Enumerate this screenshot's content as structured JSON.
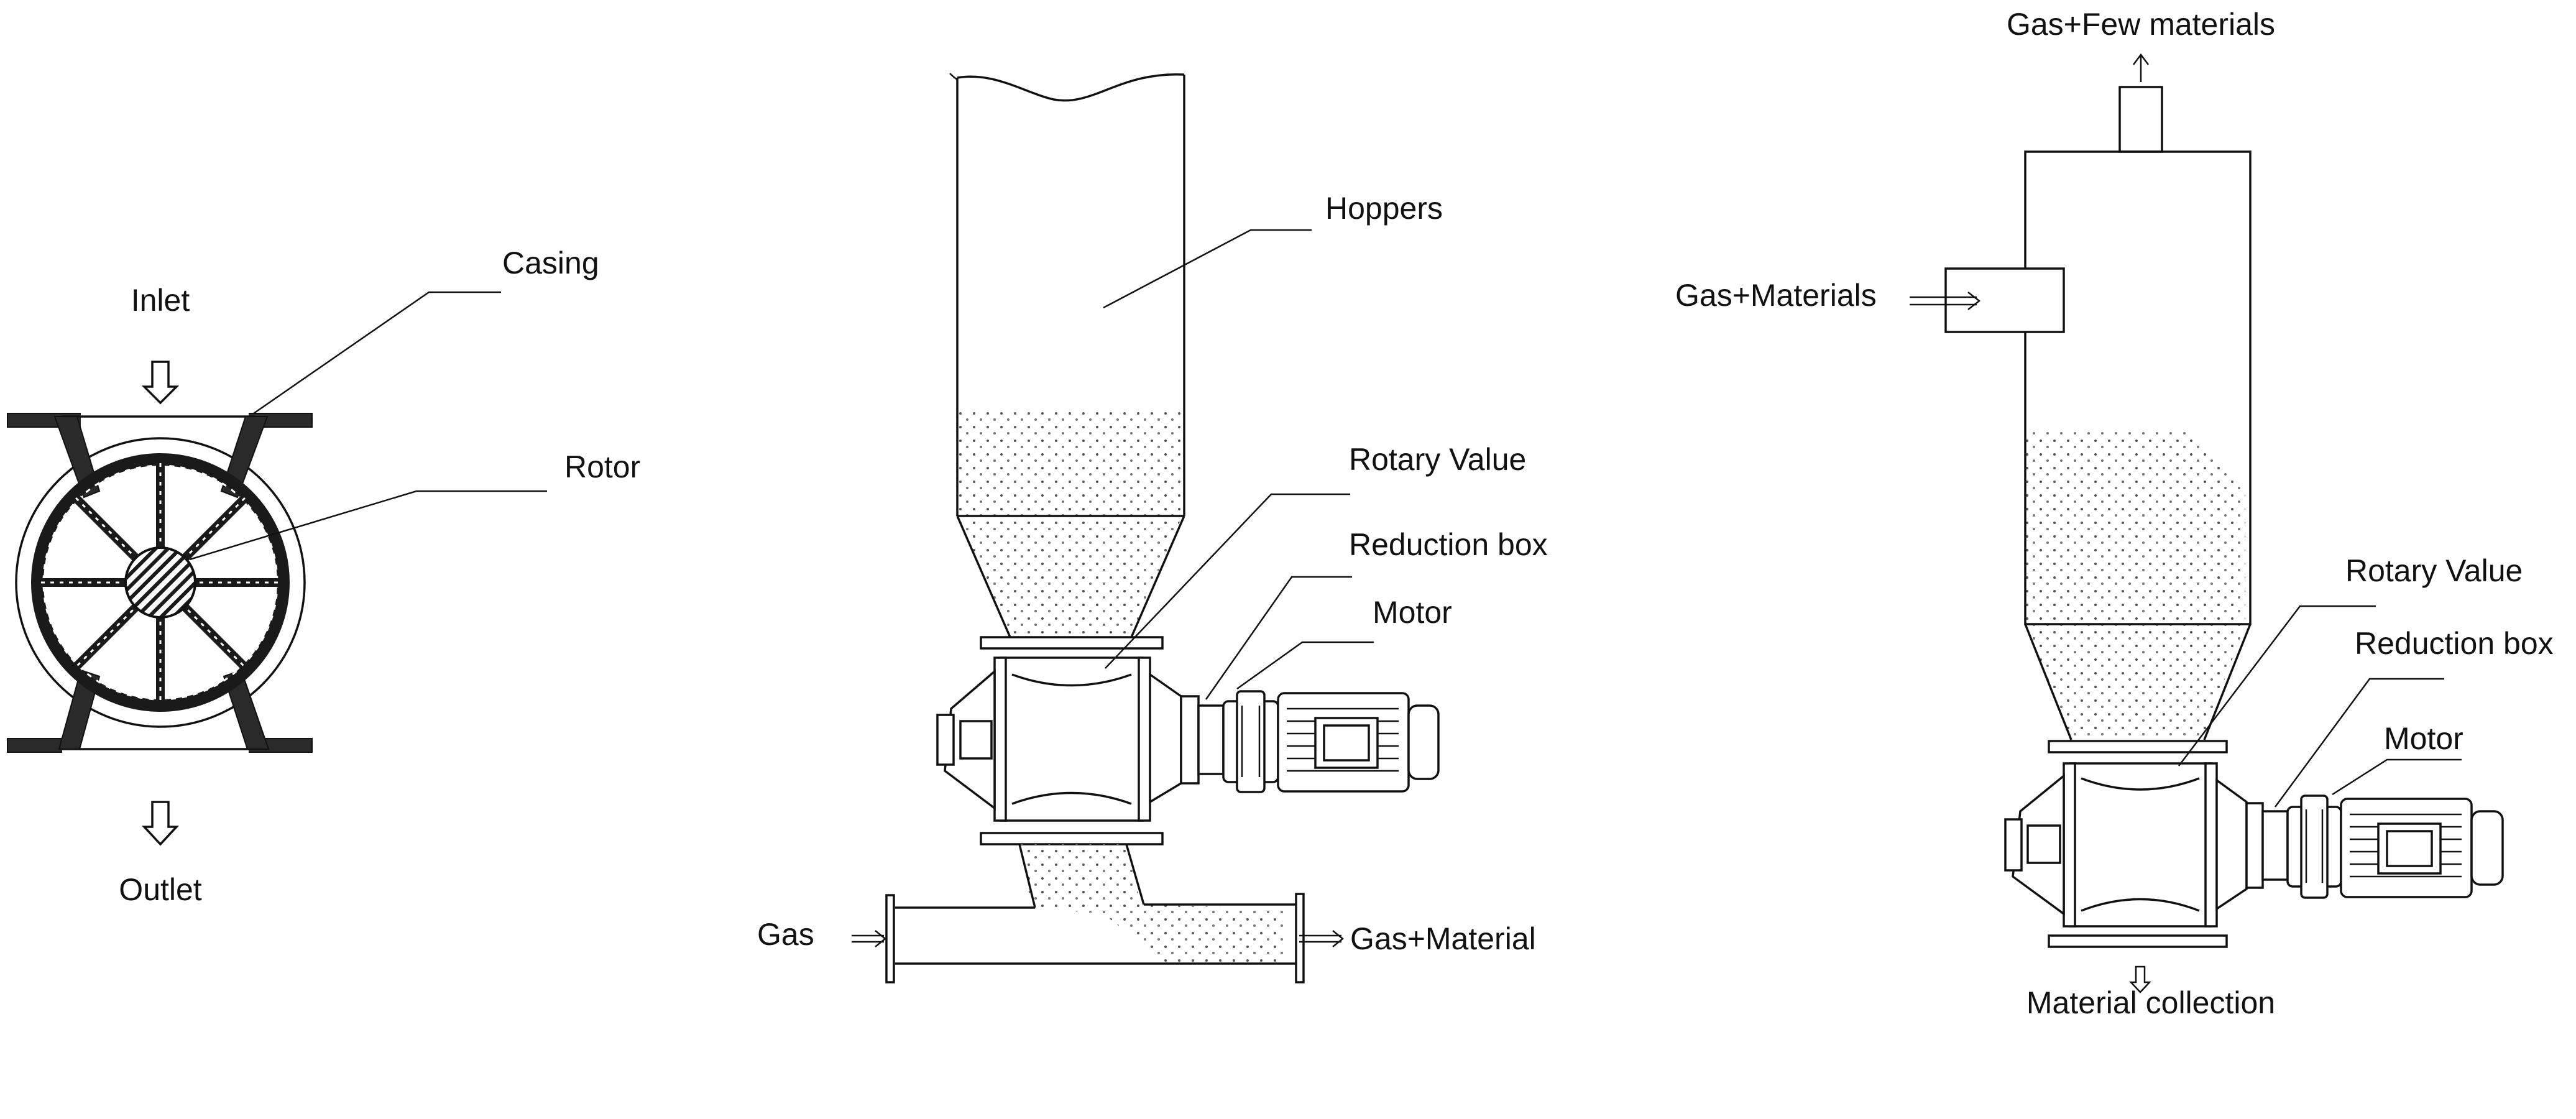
{
  "left_diagram": {
    "inlet": "Inlet",
    "outlet": "Outlet",
    "casing": "Casing",
    "rotor": "Rotor"
  },
  "middle_diagram": {
    "hoppers": "Hoppers",
    "rotary_valve": "Rotary Value",
    "reduction_box": "Reduction box",
    "motor": "Motor",
    "gas": "Gas",
    "gas_material": "Gas+Material"
  },
  "right_diagram": {
    "gas_few_materials": "Gas+Few materials",
    "gas_materials": "Gas+Materials",
    "rotary_valve": "Rotary Value",
    "reduction_box": "Reduction box",
    "motor": "Motor",
    "material_collection": "Material collection"
  },
  "colors": {
    "line": "#111111",
    "background": "#ffffff",
    "fill_dark": "#2a2a2a"
  }
}
